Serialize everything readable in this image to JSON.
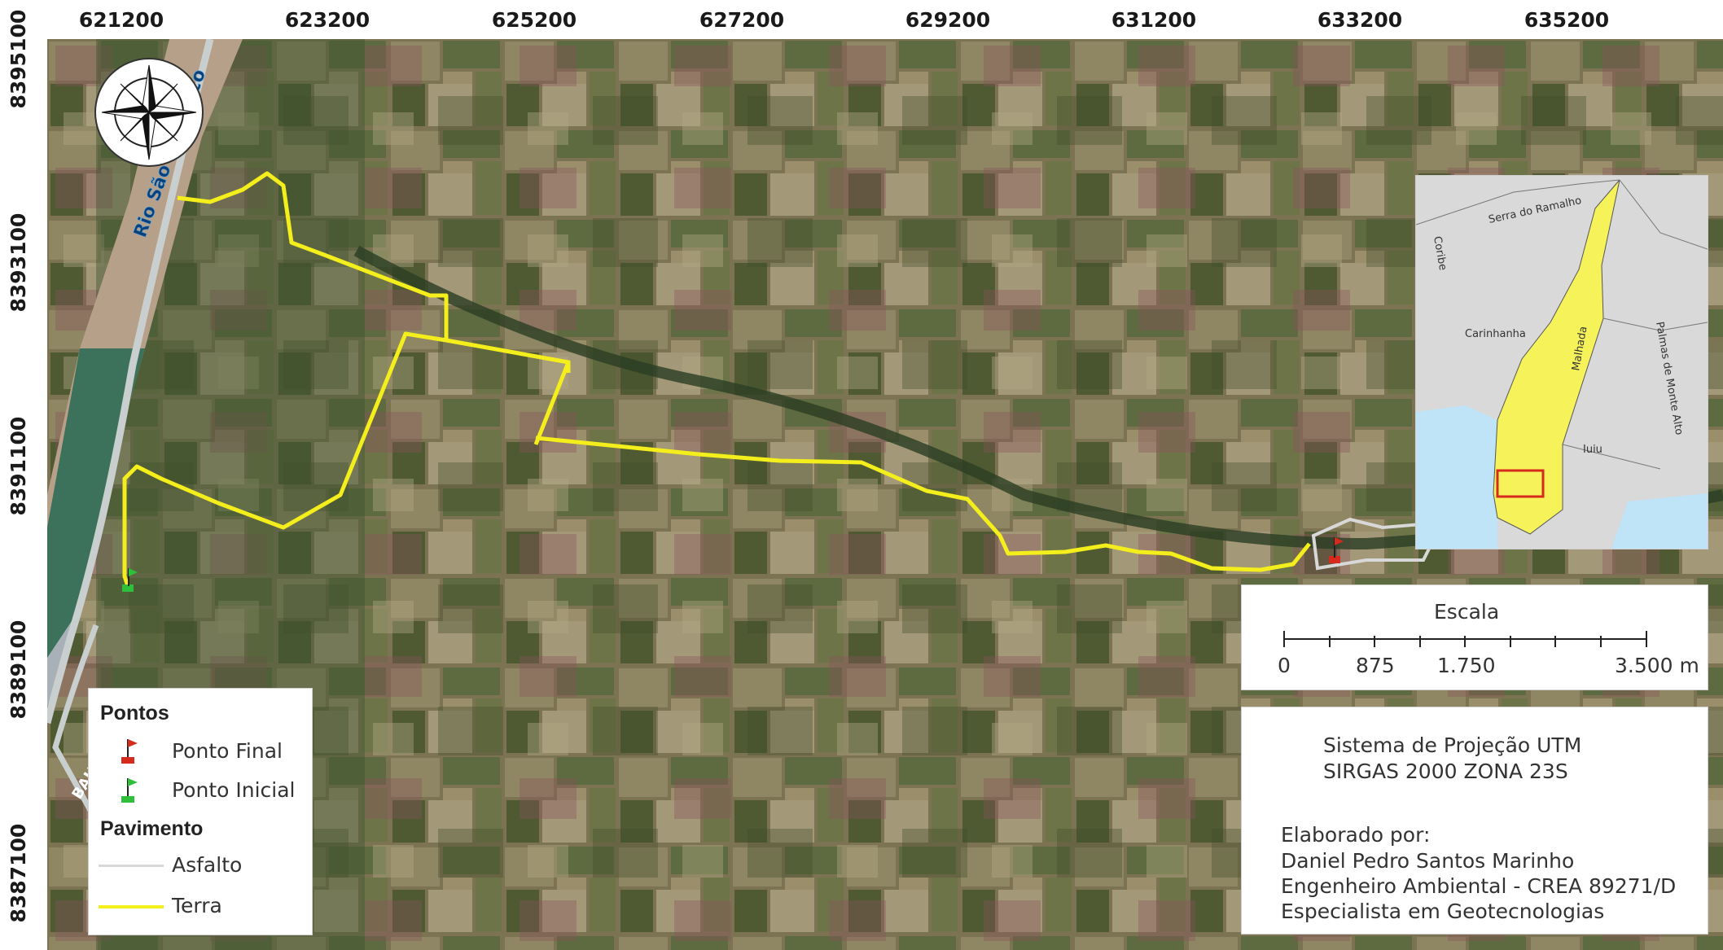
{
  "map": {
    "top_coordinates": [
      "621200",
      "623200",
      "625200",
      "627200",
      "629200",
      "631200",
      "633200",
      "635200"
    ],
    "left_coordinates": [
      "8395100",
      "8393100",
      "8391100",
      "8389100",
      "8387100"
    ],
    "river_label": "Rio São Francisco",
    "road_label": "BAHIA · TOSO",
    "colors": {
      "route_terra": "#f4ee1c",
      "route_asfalto": "#d8d8d8",
      "inset_highlight": "#f6f25a",
      "inset_water": "#bfe3f7",
      "inset_box": "#d62a1e"
    }
  },
  "compass": {
    "icon": "compass-rose-icon"
  },
  "legend": {
    "pontos_title": "Pontos",
    "ponto_final": "Ponto Final",
    "ponto_inicial": "Ponto Inicial",
    "pavimento_title": "Pavimento",
    "asfalto": "Asfalto",
    "terra": "Terra"
  },
  "scale": {
    "title": "Escala",
    "ticks": [
      "0",
      "875",
      "1.750",
      "3.500 m"
    ]
  },
  "inset": {
    "labels": [
      "Serra do Ramalho",
      "Coribe",
      "Carinhanha",
      "Malhada",
      "Palmas de Monte Alto",
      "Iuiu"
    ]
  },
  "credits": {
    "projection_line1": "Sistema de Projeção UTM",
    "projection_line2": "SIRGAS 2000 ZONA 23S",
    "prepared_by": "Elaborado por:",
    "author": "Daniel Pedro Santos Marinho",
    "role": "Engenheiro Ambiental - CREA 89271/D",
    "specialty": "Especialista em Geotecnologias"
  }
}
